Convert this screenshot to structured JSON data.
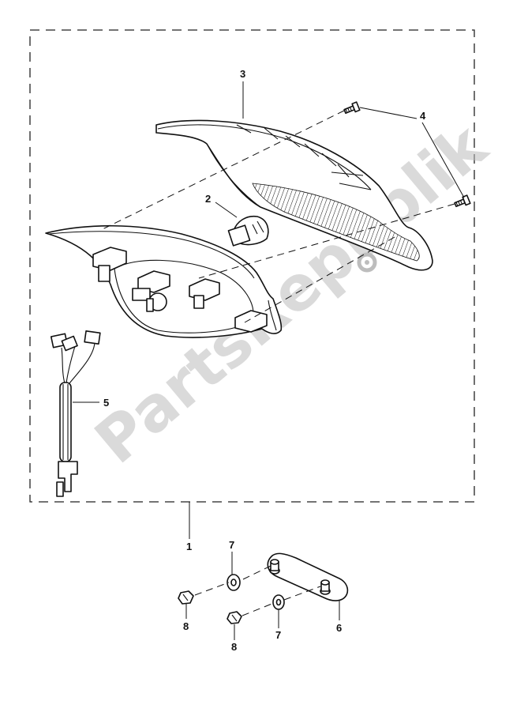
{
  "callouts": {
    "c1": "1",
    "c2": "2",
    "c3": "3",
    "c4": "4",
    "c5": "5",
    "c6": "6",
    "c7a": "7",
    "c7b": "7",
    "c8a": "8",
    "c8b": "8"
  },
  "watermark": "PartsRepublik",
  "colors": {
    "line": "#111111",
    "watermark": "#bdbdbd",
    "background": "#ffffff"
  }
}
